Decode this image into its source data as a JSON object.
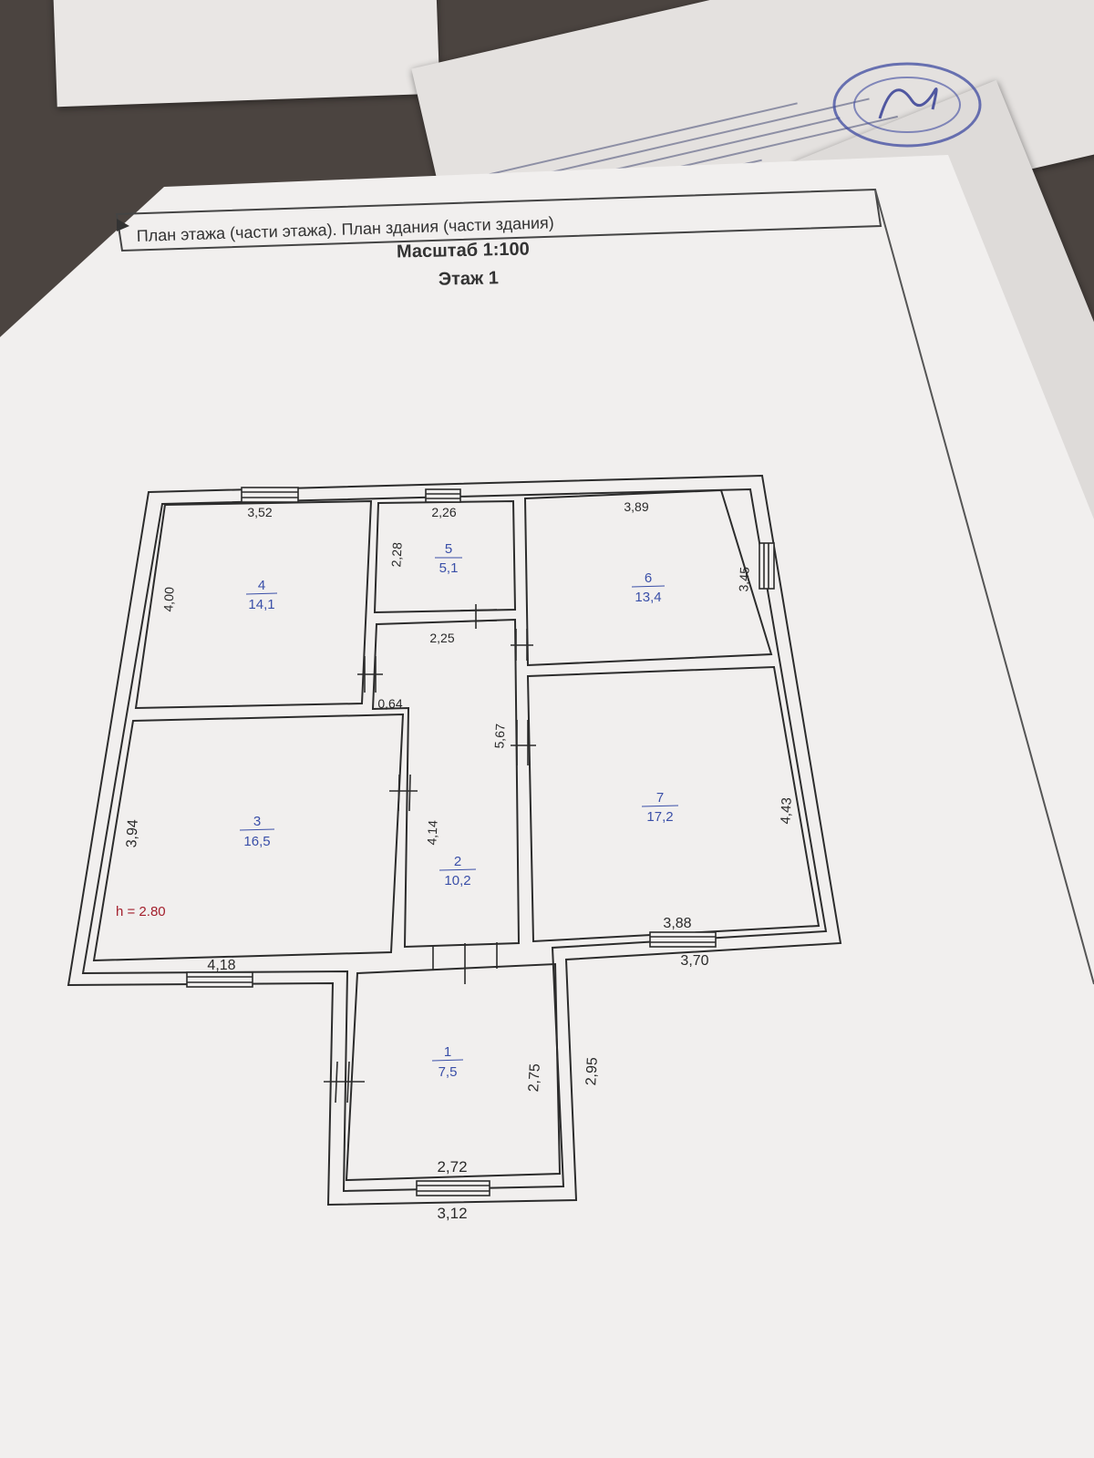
{
  "sheet": {
    "header": "План этажа (части этажа). План здания (части здания)",
    "scale": "Масштаб 1:100",
    "floor": "Этаж 1",
    "height_note": "h = 2.80"
  },
  "rooms": [
    {
      "number": "1",
      "area": "7,5"
    },
    {
      "number": "2",
      "area": "10,2"
    },
    {
      "number": "3",
      "area": "16,5"
    },
    {
      "number": "4",
      "area": "14,1"
    },
    {
      "number": "5",
      "area": "5,1"
    },
    {
      "number": "6",
      "area": "13,4"
    },
    {
      "number": "7",
      "area": "17,2"
    }
  ],
  "dimensions": {
    "room4_top": "3,52",
    "room4_left": "4,00",
    "room5_top": "2,26",
    "room5_left": "2,28",
    "room6_top": "3,89",
    "room6_right": "3,45",
    "room2_top": "2,25",
    "room2_right": "5,67",
    "room2_left": "4,14",
    "corridor_step": "0,64",
    "room3_left": "3,94",
    "room3_bottom": "4,18",
    "room7_right": "4,43",
    "room7_bottom": "3,88",
    "outer_bottom_right": "3,70",
    "room1_right": "2,75",
    "room1_outer_right": "2,95",
    "room1_bottom": "2,72",
    "room1_outer_bottom": "3,12"
  },
  "colors": {
    "room_label": "#3a4fa8",
    "height_label": "#a31f2c",
    "lines": "#2c2c2c",
    "paper": "#f1efee",
    "stamp": "#3d4aa0"
  }
}
